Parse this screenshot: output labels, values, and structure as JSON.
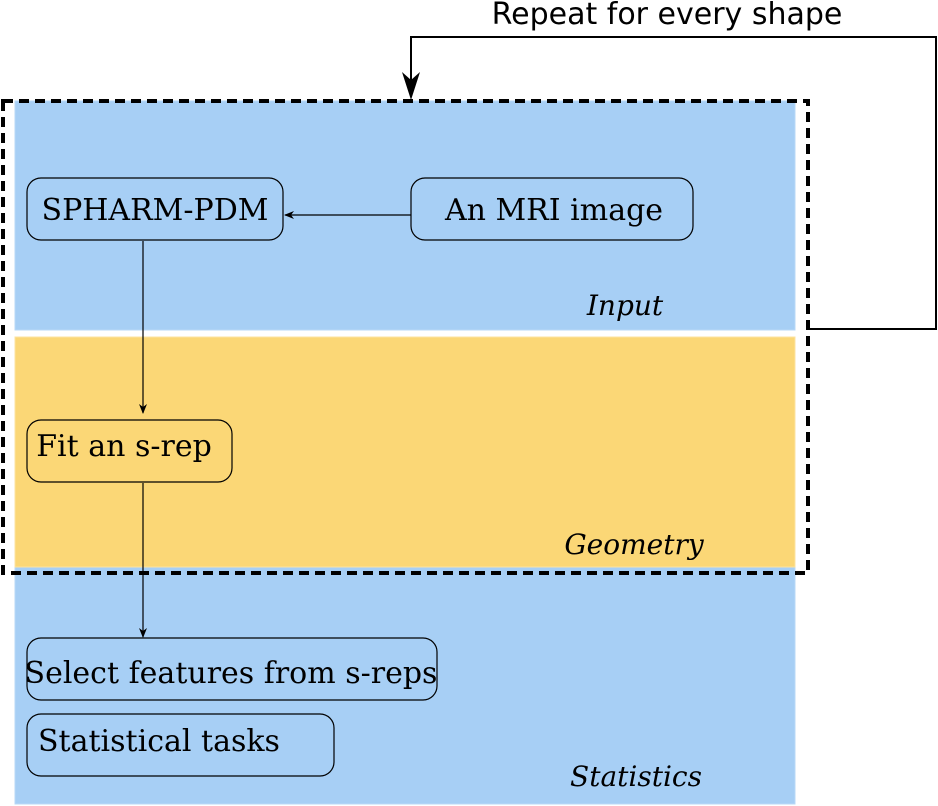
{
  "diagram": {
    "loop_label": "Repeat for every shape",
    "panels": {
      "input": "Input",
      "geometry": "Geometry",
      "statistics": "Statistics"
    },
    "nodes": {
      "spharm": "SPHARM-PDM",
      "mri": "An MRI image",
      "fit": "Fit an s-rep",
      "select": "Select features from s-reps",
      "stats": "Statistical tasks"
    },
    "colors": {
      "input_panel": "#a7cff5",
      "geometry_panel": "#fbd776",
      "statistics_panel": "#a7cff5",
      "stroke": "#000000"
    }
  }
}
